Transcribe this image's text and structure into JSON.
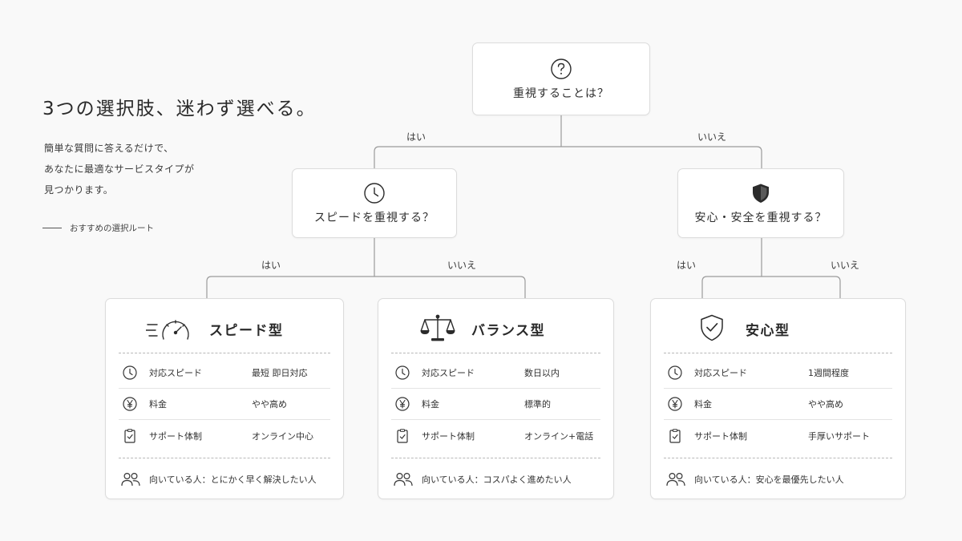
{
  "intro": {
    "title": "3つの選択肢、迷わず選べる。",
    "description": [
      "簡単な質問に答えるだけで、",
      "あなたに最適なサービスタイプが",
      "見つかります。"
    ],
    "route_label": "おすすめの選択ルート"
  },
  "questions": {
    "root": {
      "text": "重視することは？",
      "icon": "question-icon"
    },
    "speed": {
      "text": "スピードを重視する？",
      "icon": "clock-icon"
    },
    "safety": {
      "text": "安心・安全を重視する？",
      "icon": "shield-icon"
    }
  },
  "branches": {
    "root_yes": "はい",
    "root_no": "いいえ",
    "speed_yes": "はい",
    "speed_no": "いいえ",
    "safety_yes": "はい",
    "safety_no": "いいえ"
  },
  "results": [
    {
      "title": "スピード型",
      "icon": "speedometer-icon",
      "rows": [
        {
          "icon": "clock-icon",
          "label": "対応スピード",
          "value": "最短 即日対応"
        },
        {
          "icon": "yen-icon",
          "label": "料金",
          "value": "やや高め"
        },
        {
          "icon": "checklist-icon",
          "label": "サポート体制",
          "value": "オンライン中心"
        }
      ],
      "target": "向いている人：とにかく早く解決したい人"
    },
    {
      "title": "バランス型",
      "icon": "scale-icon",
      "rows": [
        {
          "icon": "clock-icon",
          "label": "対応スピード",
          "value": "数日以内"
        },
        {
          "icon": "yen-icon",
          "label": "料金",
          "value": "標準的"
        },
        {
          "icon": "checklist-icon",
          "label": "サポート体制",
          "value": "オンライン+電話"
        }
      ],
      "target": "向いている人：コスパよく進めたい人"
    },
    {
      "title": "安心型",
      "icon": "shield-check-icon",
      "rows": [
        {
          "icon": "clock-icon",
          "label": "対応スピード",
          "value": "1週間程度"
        },
        {
          "icon": "yen-icon",
          "label": "料金",
          "value": "やや高め"
        },
        {
          "icon": "checklist-icon",
          "label": "サポート体制",
          "value": "手厚いサポート"
        }
      ],
      "target": "向いている人：安心を最優先したい人"
    }
  ],
  "colors": {
    "background": "#f9f9f9",
    "card": "#ffffff",
    "border": "#dcdcdc",
    "line": "#9a9a9a",
    "text": "#2b2b2b"
  }
}
